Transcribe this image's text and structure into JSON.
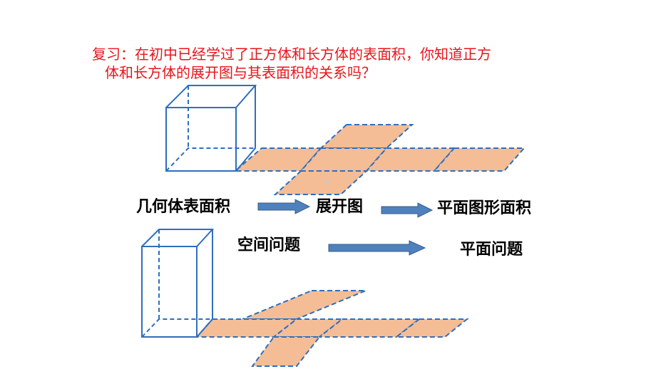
{
  "question": {
    "line1": "复习：在初中已经学过了正方体和长方体的表面积，你知道正方",
    "line2": "体和长方体的展开图与其表面积的关系吗？"
  },
  "labels": {
    "solid_area": "几何体表面积",
    "net": "展开图",
    "plane_area": "平面图形面积",
    "space_problem": "空间问题",
    "plane_problem": "平面问题"
  },
  "colors": {
    "question_text": "#e8141b",
    "solid_edge": "#2e6fbd",
    "net_fill": "#f4bd96",
    "arrow_fill": "#4f81bd",
    "arrow_stroke": "#385d8a"
  }
}
